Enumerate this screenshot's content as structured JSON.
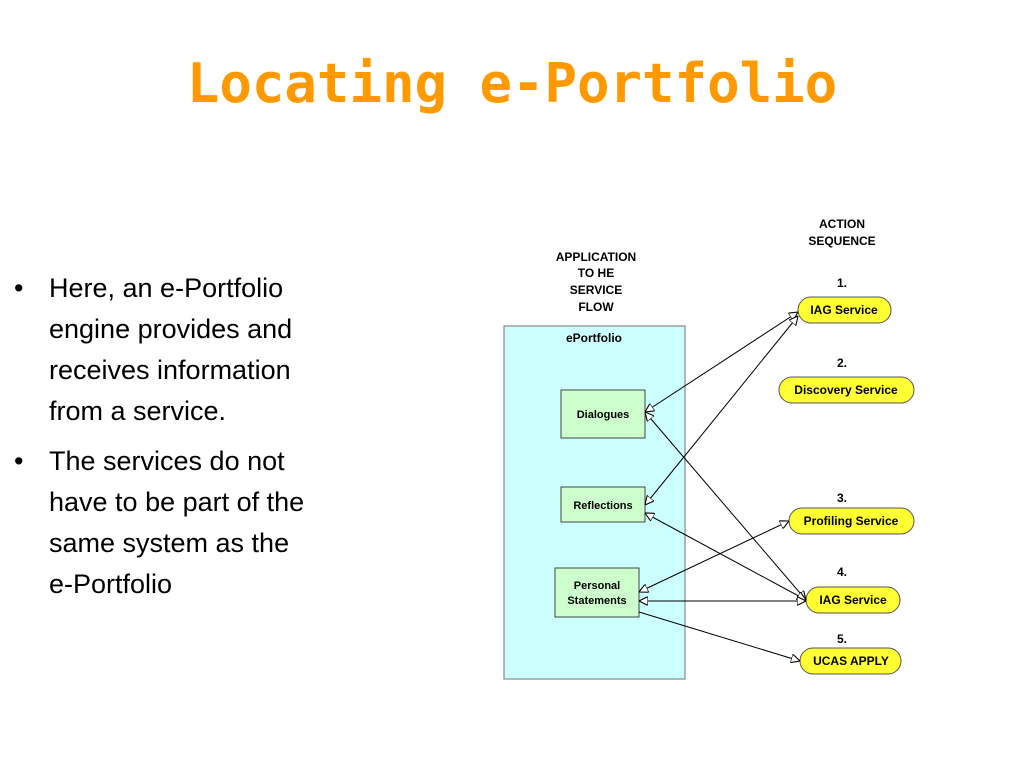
{
  "title": "Locating e-Portfolio",
  "bullets": [
    {
      "lines": [
        "Here, an e-Portfolio",
        "engine provides and",
        "receives information",
        "from a service."
      ]
    },
    {
      "lines": [
        "The services do not",
        "have to be part of the",
        "same system as the",
        "e-Portfolio"
      ]
    }
  ],
  "bullet_symbol": "•",
  "diagram": {
    "app_flow_heading": [
      "APPLICATION",
      "TO HE",
      "SERVICE",
      "FLOW"
    ],
    "action_heading": [
      "ACTION",
      "SEQUENCE"
    ],
    "container_label": "ePortfolio",
    "boxes": {
      "dialogues": [
        "Dialogues"
      ],
      "reflections": [
        "Reflections"
      ],
      "personal": [
        "Personal",
        "Statements"
      ]
    },
    "steps": [
      {
        "number": "1.",
        "label": "IAG Service"
      },
      {
        "number": "2.",
        "label": "Discovery Service"
      },
      {
        "number": "3.",
        "label": "Profiling Service"
      },
      {
        "number": "4.",
        "label": "IAG Service"
      },
      {
        "number": "5.",
        "label": "UCAS APPLY"
      }
    ],
    "colors": {
      "container_fill": "#ccffff",
      "box_fill": "#ccffcc",
      "pill_fill": "#ffff33",
      "title": "#ff9900"
    }
  }
}
